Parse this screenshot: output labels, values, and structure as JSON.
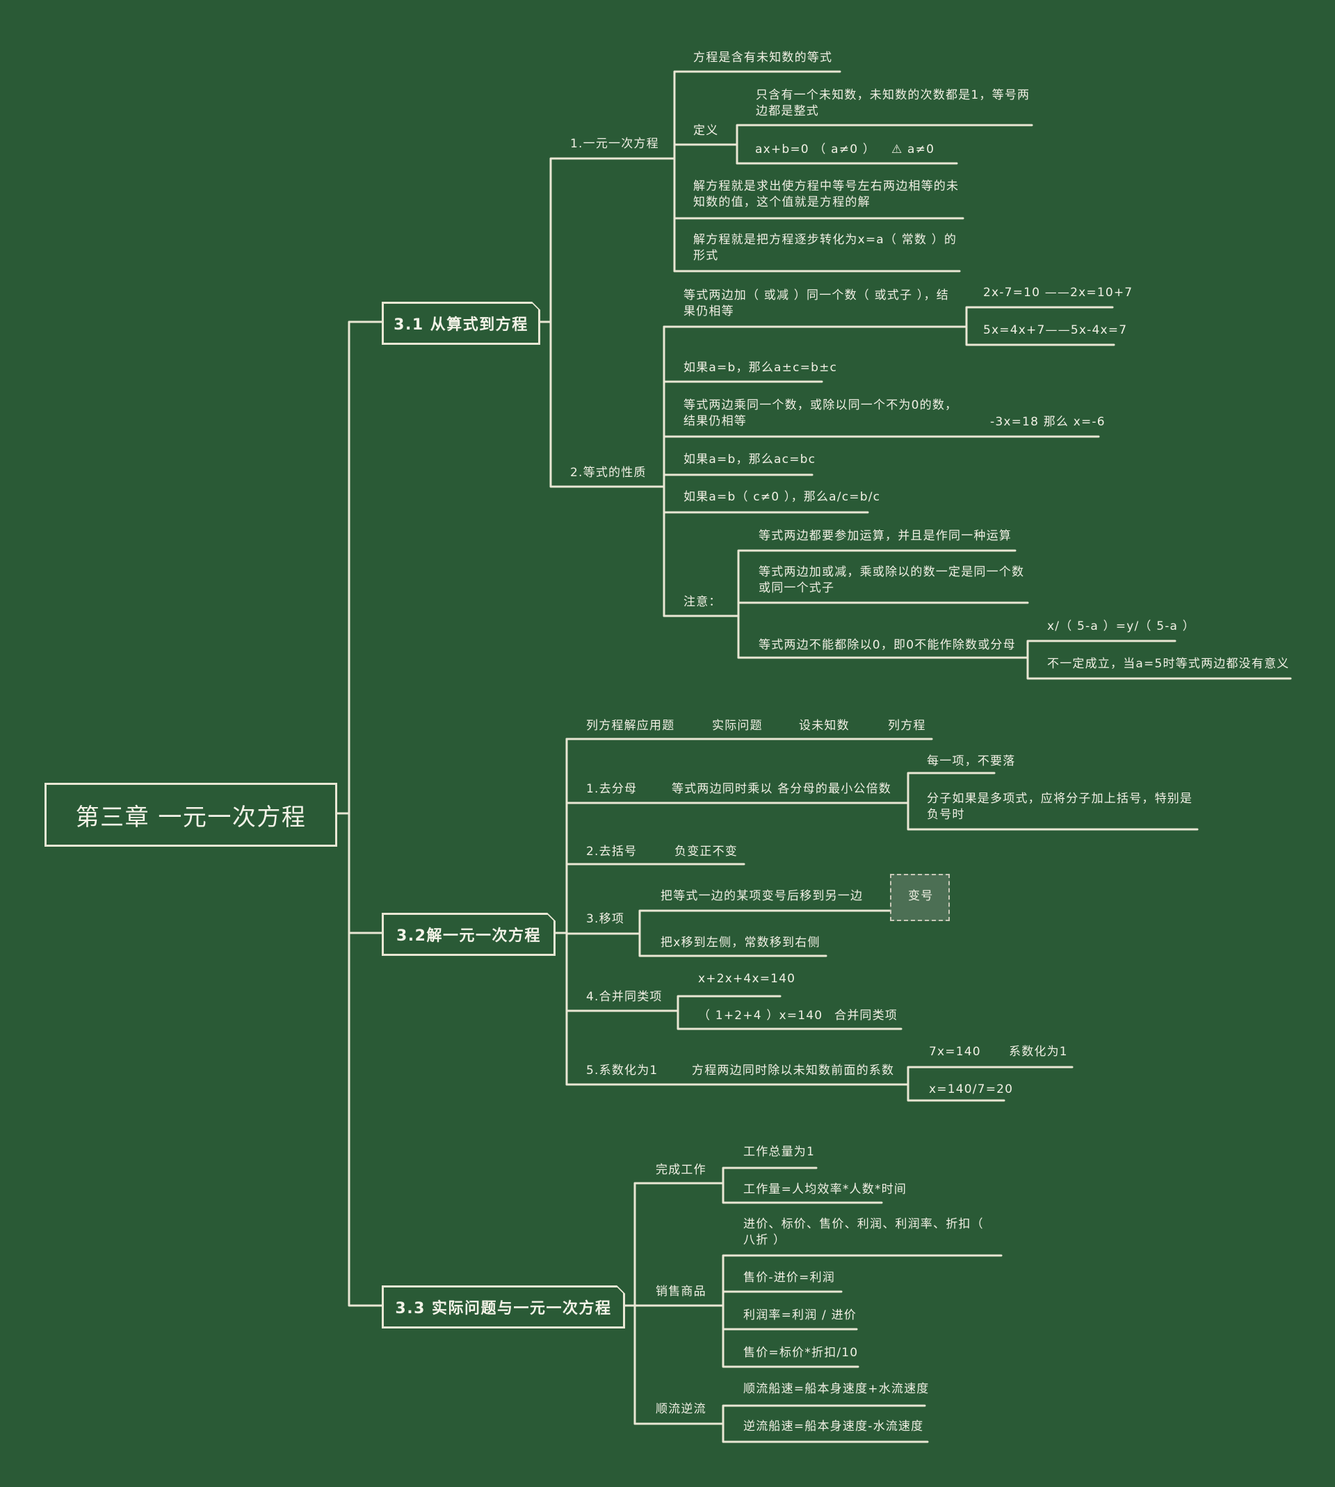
{
  "root": {
    "title": "第三章  一元一次方程"
  },
  "s31": {
    "title": "3.1 从算式到方程",
    "eq_title": "1.一元一次方程",
    "eq_item1": "方程是含有未知数的等式",
    "def_label": "定义",
    "def_text": "只含有一个未知数，未知数的次数都是1，等号两边都是整式",
    "def_form": "ax+b=0  （ a≠0 ）",
    "def_warn": "⚠ a≠0",
    "solve1": "解方程就是求出使方程中等号左右两边相等的未知数的值，这个值就是方程的解",
    "solve2": "解方程就是把方程逐步转化为x=a（ 常数 ）的形式",
    "prop_title": "2.等式的性质",
    "prop1": "等式两边加（ 或减 ）同一个数（ 或式子 ），结果仍相等",
    "prop1_ex1": "2x-7=10 ——2x=10+7",
    "prop1_ex2": "5x=4x+7——5x-4x=7",
    "prop2": "如果a=b，那么a±c=b±c",
    "prop3": "等式两边乘同一个数，或除以同一个不为0的数，结果仍相等",
    "prop3_ex": "-3x=18 那么 x=-6",
    "prop4": "如果a=b，那么ac=bc",
    "prop5": "如果a=b（ c≠0 ），那么a/c=b/c",
    "note_label": "注意：",
    "note1": "等式两边都要参加运算，并且是作同一种运算",
    "note2": "等式两边加或减，乘或除以的数一定是同一个数或同一个式子",
    "note3": "等式两边不能都除以0，即0不能作除数或分母",
    "note3_ex1": "x/（ 5-a ）=y/（ 5-a ）",
    "note3_ex2": "不一定成立，当a=5时等式两边都没有意义"
  },
  "s32": {
    "title": "3.2解一元一次方程",
    "steps_head": [
      "列方程解应用题",
      "实际问题",
      "设未知数",
      "列方程"
    ],
    "step1": "1.去分母",
    "step1_desc": "等式两边同时乘以 各分母的最小公倍数",
    "step1_n1": "每一项，不要落",
    "step1_n2": "分子如果是多项式，应将分子加上括号，特别是负号时",
    "step2": "2.去括号",
    "step2_desc": "负变正不变",
    "step3": "3.移项",
    "step3_desc1": "把等式一边的某项变号后移到另一边",
    "step3_tag": "变号",
    "step3_desc2": "把x移到左侧，常数移到右侧",
    "step4": "4.合并同类项",
    "step4_ex1": "x+2x+4x=140",
    "step4_ex2": "（ 1+2+4 ）x=140",
    "step4_note": "合并同类项",
    "step5": "5.系数化为1",
    "step5_desc": "方程两边同时除以未知数前面的系数",
    "step5_ex1": "7x=140",
    "step5_note": "系数化为1",
    "step5_ex2": "x=140/7=20"
  },
  "s33": {
    "title": "3.3 实际问题与一元一次方程",
    "work": "完成工作",
    "work1": "工作总量为1",
    "work2": "工作量=人均效率*人数*时间",
    "sale": "销售商品",
    "sale1": "进价、标价、售价、利润、利润率、折扣（ 八折 ）",
    "sale2": "售价-进价=利润",
    "sale3": "利润率=利润 / 进价",
    "sale4": "售价=标价*折扣/10",
    "flow": "顺流逆流",
    "flow1": "顺流船速=船本身速度+水流速度",
    "flow2": "逆流船速=船本身速度-水流速度"
  }
}
